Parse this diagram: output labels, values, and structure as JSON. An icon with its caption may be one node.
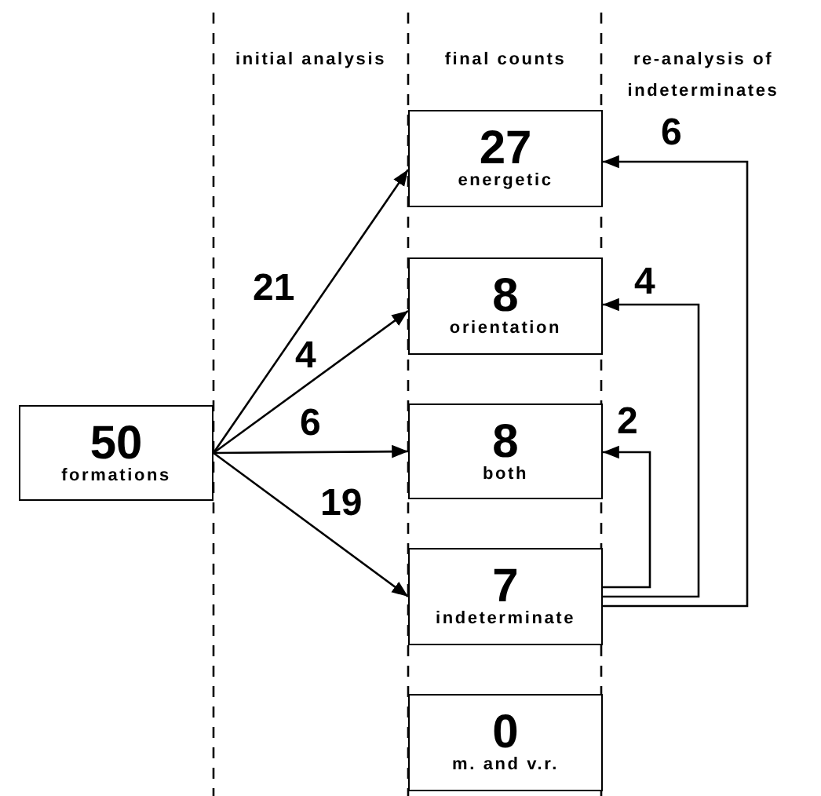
{
  "diagram": {
    "nodes": [
      {
        "text": [
          "50",
          "formations"
        ]
      },
      {
        "text": [
          "27",
          "energetic"
        ]
      },
      {
        "text": [
          "8",
          "orientation"
        ]
      },
      {
        "text": [
          "8",
          "both"
        ]
      },
      {
        "text": [
          "7",
          "indeterminate"
        ]
      },
      {
        "text": [
          "0",
          "m. and v.r."
        ]
      }
    ],
    "edges": [
      {
        "from": 0,
        "to": 1,
        "arrow": "to",
        "label": "21"
      },
      {
        "from": 0,
        "to": 2,
        "arrow": "to",
        "label": "4"
      },
      {
        "from": 0,
        "to": 3,
        "arrow": "to",
        "label": "6"
      },
      {
        "from": 0,
        "to": 4,
        "arrow": "to",
        "label": "19"
      },
      {
        "from": 4,
        "to": 1,
        "arrow": "to",
        "label": "6"
      },
      {
        "from": 4,
        "to": 2,
        "arrow": "to",
        "label": "4"
      },
      {
        "from": 4,
        "to": 3,
        "arrow": "to",
        "label": "2"
      }
    ],
    "labels": [
      "initial analysis",
      "final counts",
      "re-analysis of indeterminates"
    ]
  }
}
